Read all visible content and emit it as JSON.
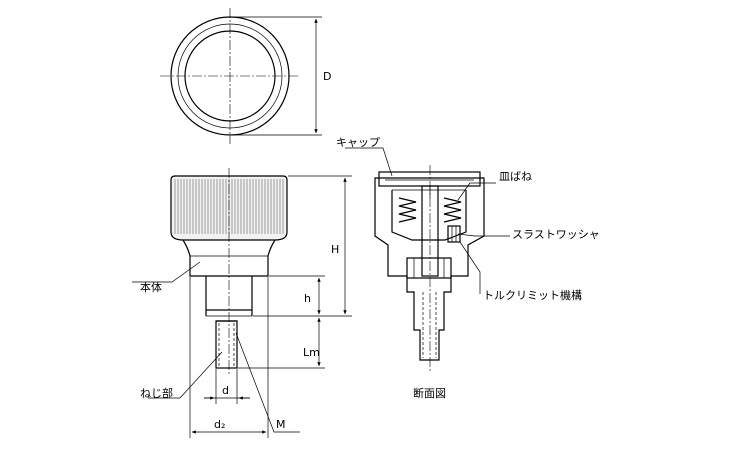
{
  "dimensions": {
    "D": "D",
    "H": "H",
    "h": "h",
    "Lm": "Lm",
    "d": "d",
    "d2": "d₂",
    "M": "M"
  },
  "labels": {
    "cap": "キャップ",
    "body": "本体",
    "thread": "ねじ部",
    "section": "断面図",
    "disc_spring": "皿ばね",
    "thrust_washer": "スラストワッシャ",
    "torque_limit": "トルクリミット機構"
  }
}
